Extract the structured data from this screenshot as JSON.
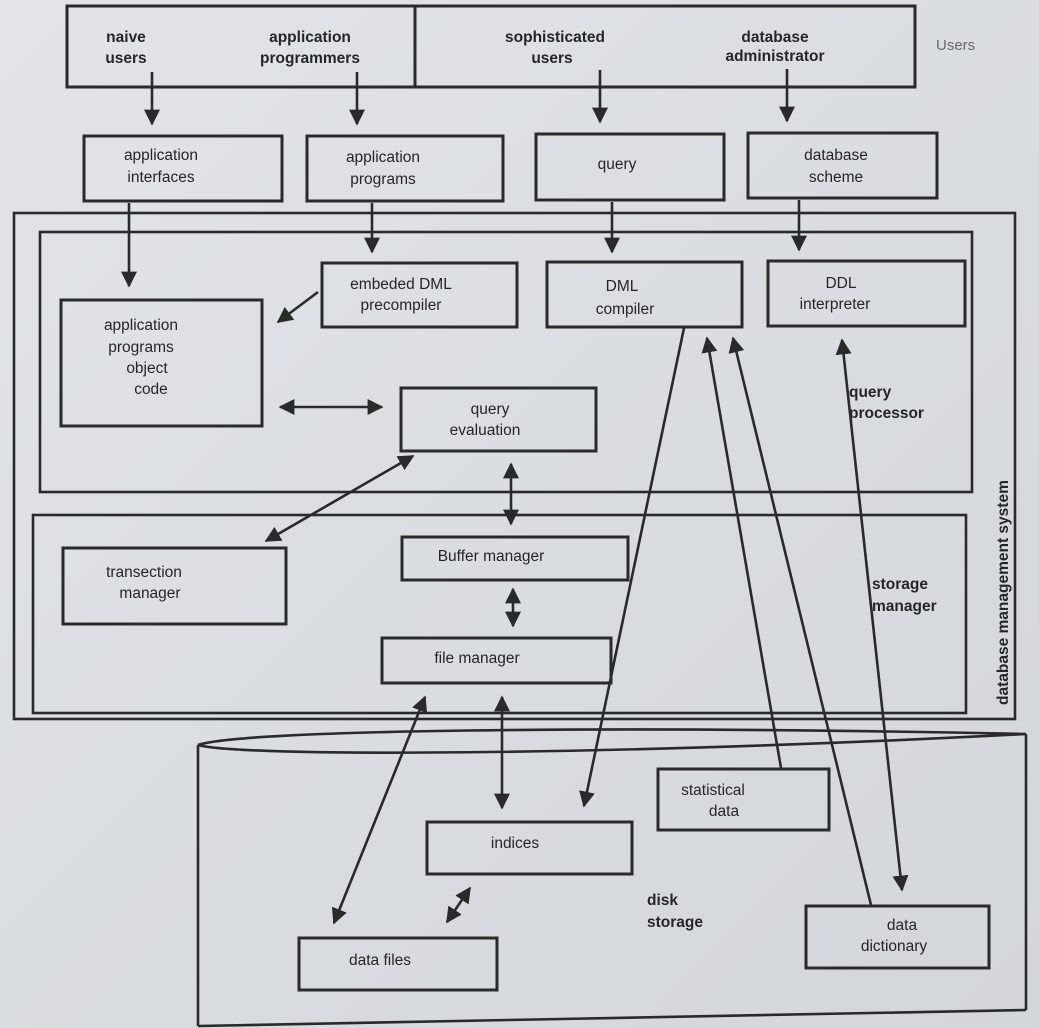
{
  "diagram": {
    "title": "Database management system structure",
    "users_label": "Users",
    "users": [
      {
        "id": "naive",
        "lines": [
          "naive",
          "users"
        ]
      },
      {
        "id": "app-prog",
        "lines": [
          "application",
          "programmers"
        ]
      },
      {
        "id": "soph",
        "lines": [
          "sophisticated",
          "users"
        ]
      },
      {
        "id": "dba",
        "lines": [
          "database",
          "administrator"
        ]
      }
    ],
    "interfaces": [
      {
        "id": "app-interfaces",
        "lines": [
          "application",
          "interfaces"
        ]
      },
      {
        "id": "app-programs",
        "lines": [
          "application",
          "programs"
        ]
      },
      {
        "id": "query",
        "lines": [
          "query"
        ]
      },
      {
        "id": "db-scheme",
        "lines": [
          "database",
          "scheme"
        ]
      }
    ],
    "dbms_label": "database management system",
    "query_processor": {
      "label": [
        "query",
        "processor"
      ],
      "components": [
        {
          "id": "embedded-dml",
          "lines": [
            "embeded DML",
            "precompiler"
          ]
        },
        {
          "id": "dml-compiler",
          "lines": [
            "DML",
            "compiler"
          ]
        },
        {
          "id": "ddl-interpreter",
          "lines": [
            "DDL",
            "interpreter"
          ]
        },
        {
          "id": "app-object-code",
          "lines": [
            "application",
            "programs",
            "object",
            "code"
          ]
        },
        {
          "id": "query-evaluation",
          "lines": [
            "query",
            "evaluation"
          ]
        }
      ]
    },
    "storage_manager": {
      "label": [
        "storage",
        "manager"
      ],
      "components": [
        {
          "id": "transaction-manager",
          "lines": [
            "transection",
            "manager"
          ]
        },
        {
          "id": "buffer-manager",
          "lines": [
            "Buffer manager"
          ]
        },
        {
          "id": "file-manager",
          "lines": [
            "file  manager"
          ]
        }
      ]
    },
    "disk_storage": {
      "label": [
        "disk",
        "storage"
      ],
      "components": [
        {
          "id": "statistical-data",
          "lines": [
            "statistical",
            "data"
          ]
        },
        {
          "id": "indices",
          "lines": [
            "indices"
          ]
        },
        {
          "id": "data-files",
          "lines": [
            "data files"
          ]
        },
        {
          "id": "data-dictionary",
          "lines": [
            "data",
            "dictionary"
          ]
        }
      ]
    }
  }
}
